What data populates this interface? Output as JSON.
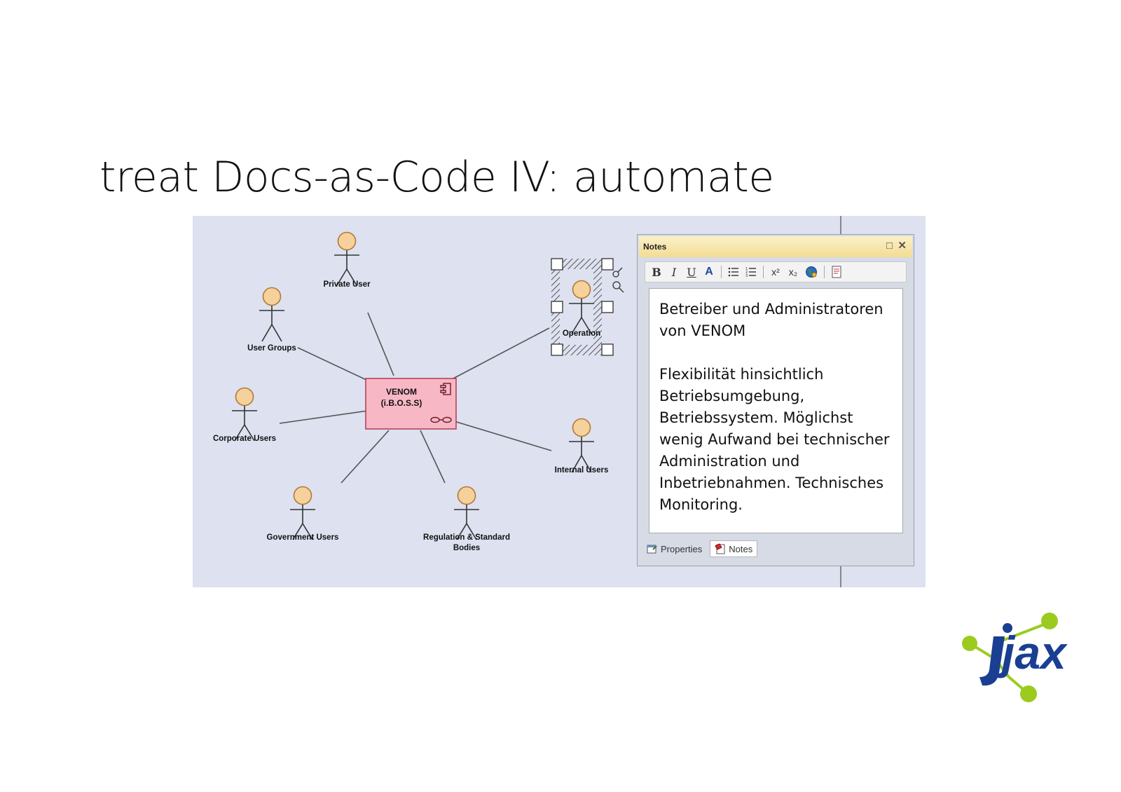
{
  "slide": {
    "title": "treat Docs-as-Code IV: automate"
  },
  "diagram": {
    "component": {
      "name": "VENOM",
      "subtitle": "(i.B.O.S.S)",
      "icon": "component-icon",
      "fill": "#f8b7c5"
    },
    "actor_fill": "#f7d19c",
    "actors": {
      "private_user": "Private User",
      "user_groups": "User Groups",
      "corporate_users": "Corporate Users",
      "government_users": "Government Users",
      "regulation_line1": "Regulation & Standard",
      "regulation_line2": "Bodies",
      "internal_users": "Internal Users",
      "operation": "Operation"
    }
  },
  "notes_panel": {
    "title": "Notes",
    "toolbar": {
      "bold": "B",
      "italic": "I",
      "underline": "U",
      "font_color": "A",
      "bullets": "bullet-list-icon",
      "numbering": "numbered-list-icon",
      "superscript": "x²",
      "subscript": "x₂",
      "hyperlink": "globe-link-icon",
      "document": "document-icon"
    },
    "text": {
      "paragraph1": "Betreiber und Administratoren von VENOM",
      "paragraph2": "Flexibilität hinsichtlich Betriebsumgebung, Betriebssystem. Möglichst wenig Aufwand bei technischer Administration und Inbetriebnahmen. Technisches Monitoring."
    },
    "tabs": {
      "properties": "Properties",
      "notes": "Notes"
    },
    "active_tab": "notes"
  },
  "logo": {
    "text": "jax",
    "brand_blue": "#1a3f92",
    "brand_green": "#9ccb1f"
  }
}
